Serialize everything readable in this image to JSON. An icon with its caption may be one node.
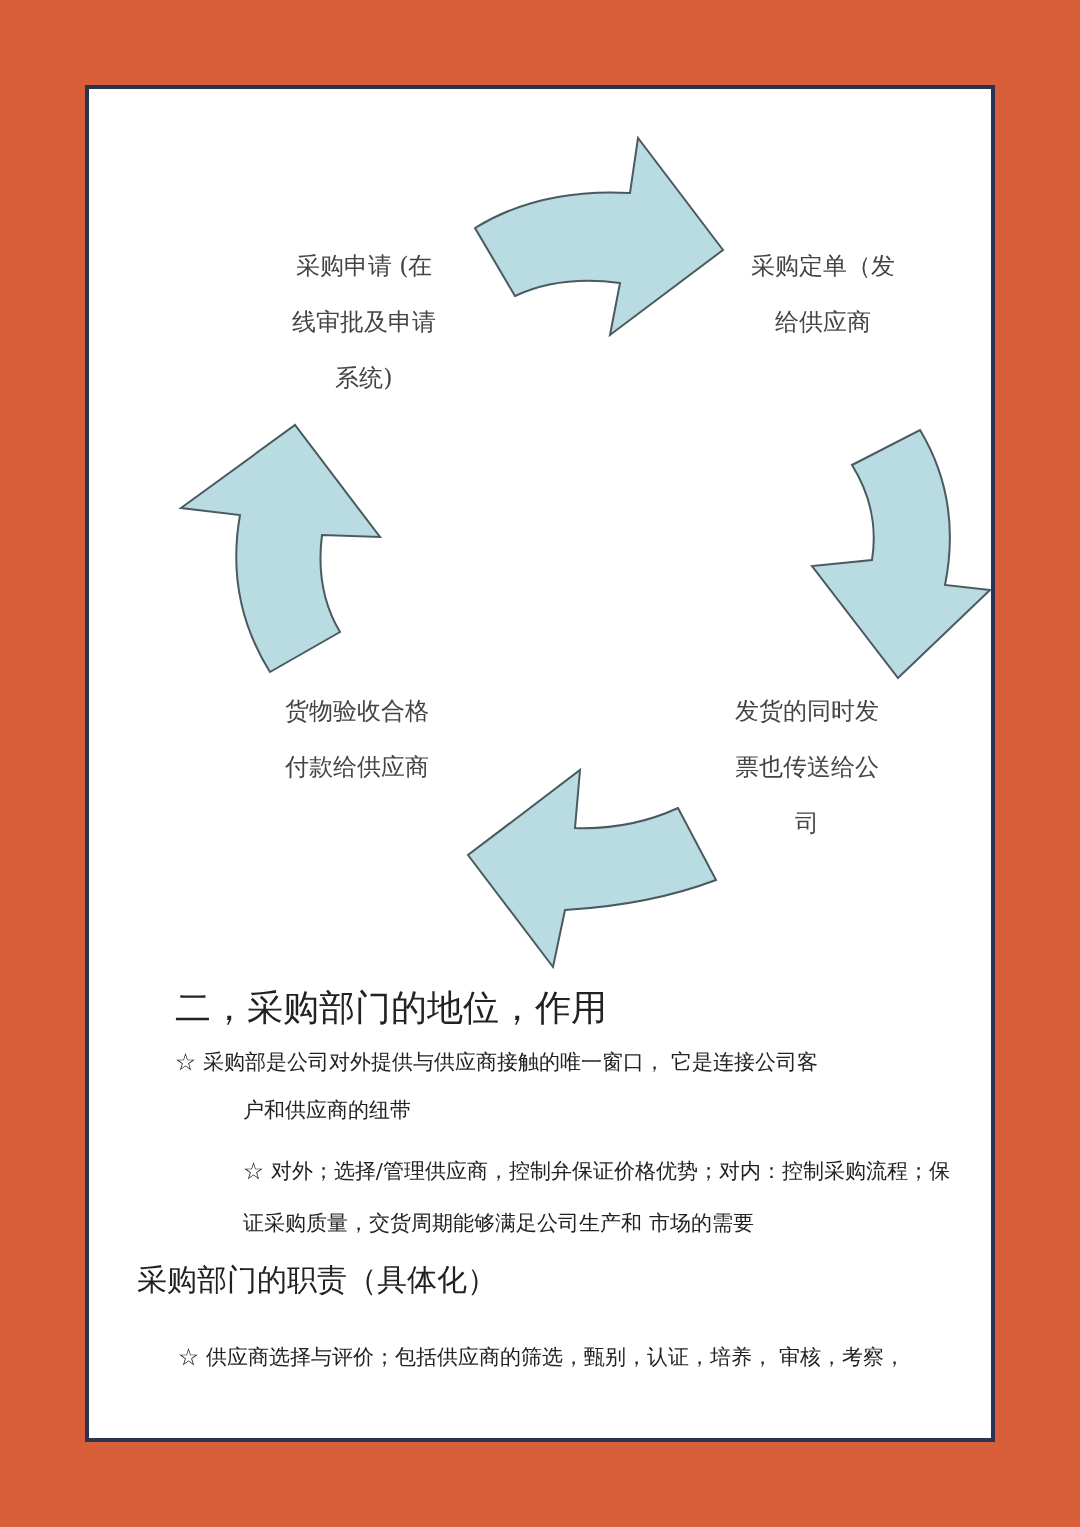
{
  "diagram": {
    "nodes": [
      {
        "text": [
          "采购申请 (在线审批及申请系统)"
        ]
      },
      {
        "text": [
          "采购定单（发给供应商"
        ]
      },
      {
        "text": [
          "发货的同时发票也传送给公司"
        ]
      },
      {
        "text": [
          "货物验收合格付款给供应商"
        ]
      }
    ],
    "edges": [
      {
        "from": 0,
        "to": 1,
        "arrow": "to"
      },
      {
        "from": 1,
        "to": 2,
        "arrow": "to"
      },
      {
        "from": 2,
        "to": 3,
        "arrow": "to"
      },
      {
        "from": 3,
        "to": 0,
        "arrow": "to"
      }
    ],
    "labels": [
      "二，采购部门的地位，作用",
      "☆ 采购部是公司对外提供与供应商接触的唯一窗口， 它是连接公司客户和供应商的纽带",
      "☆ 对外；选择/管理供应商，控制弁保证价格优势；对内：控制采购流程；保证采购质量，交货周期能够满足公司生产和 市场的需要",
      "采购部门的职责（具体化）",
      "☆ 供应商选择与评价；包括供应商的筛选，甄别，认证，培养， 审核，考察，"
    ]
  }
}
